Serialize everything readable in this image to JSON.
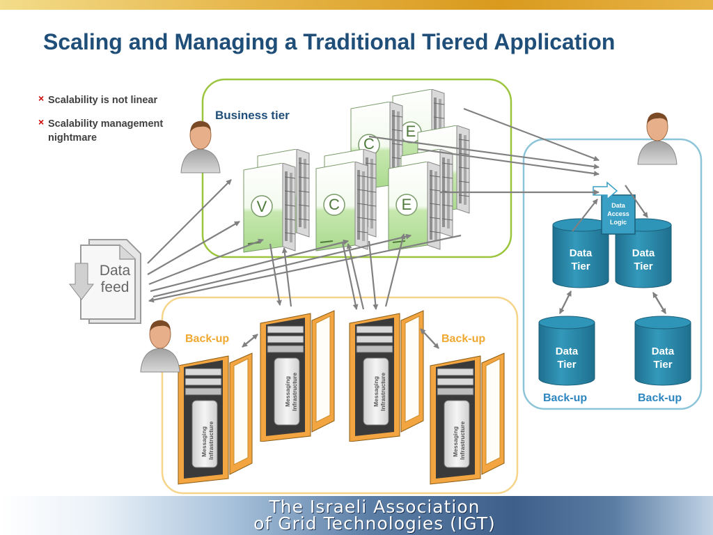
{
  "title": "Scaling and Managing a Traditional Tiered Application",
  "bullets": [
    "Scalability is not linear",
    "Scalability management nightmare"
  ],
  "bullet_marker": "×",
  "business_tier_label": "Business tier",
  "server_letters": [
    "V",
    "C",
    "E"
  ],
  "data_feed_label": [
    "Data",
    "feed"
  ],
  "messaging_label": [
    "Messaging",
    "Infrastructure"
  ],
  "backup_label": "Back-up",
  "data_tier_label": [
    "Data",
    "Tier"
  ],
  "data_access_logic_label": [
    "Data",
    "Access",
    "Logic"
  ],
  "footer": {
    "line1": "The Israeli Association",
    "line2": "of Grid Technologies (IGT)"
  },
  "colors": {
    "title": "#1f4e79",
    "business_border": "#9bc53d",
    "messaging_border": "#f6d48a",
    "data_border": "#8cc4d8",
    "server_green": "#bfe3a6",
    "rack_orange": "#f2a541",
    "cylinder_blue": "#2f8fb0",
    "arrow_gray": "#808080",
    "backup_orange": "#f0a830",
    "backup_blue": "#2e86c1"
  }
}
